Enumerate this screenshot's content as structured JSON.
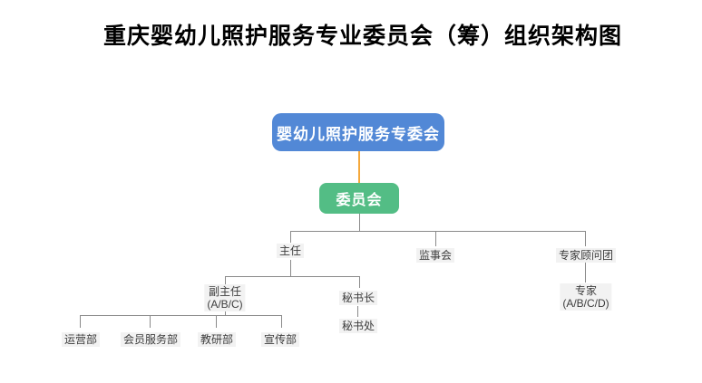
{
  "title": "重庆婴幼儿照护服务专业委员会（筹）组织架构图",
  "org": {
    "root": "婴幼儿照护服务专委会",
    "committee": "委员会",
    "director": "主任",
    "supervisory_board": "监事会",
    "advisory_group": "专家顾问团",
    "deputy_director": "副主任",
    "deputy_director_members": "(A/B/C)",
    "secretary_general": "秘书长",
    "secretariat": "秘书处",
    "departments": [
      "运营部",
      "会员服务部",
      "教研部",
      "宣传部"
    ],
    "experts": "专家",
    "experts_members": "(A/B/C/D)"
  },
  "colors": {
    "root_box": "#5288d6",
    "committee_box": "#53bd85",
    "connector_orange": "#f5a83b",
    "connector_gray": "#8a8a8a",
    "label_background": "#f2f2f2",
    "label_text": "#3d3d3d",
    "title_text": "#000000"
  },
  "hierarchy": {
    "婴幼儿照护服务专委会": {
      "委员会": {
        "主任": {
          "副主任 (A/B/C)": [
            "运营部",
            "会员服务部",
            "教研部",
            "宣传部"
          ],
          "秘书长": [
            "秘书处"
          ]
        },
        "监事会": {},
        "专家顾问团": {
          "专家 (A/B/C/D)": {}
        }
      }
    }
  }
}
